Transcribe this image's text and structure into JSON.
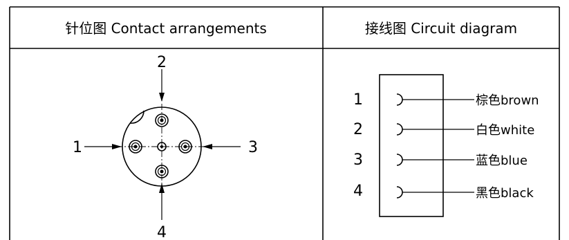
{
  "headers": {
    "contact": "针位图  Contact arrangements",
    "circuit": "接线图 Circuit diagram"
  },
  "pins": {
    "top": "2",
    "left": "1",
    "right": "3",
    "bottom": "4"
  },
  "circuit_rows": [
    {
      "number": "1",
      "wire": "棕色brown"
    },
    {
      "number": "2",
      "wire": "白色white"
    },
    {
      "number": "3",
      "wire": "蓝色blue"
    },
    {
      "number": "4",
      "wire": "黑色black"
    }
  ]
}
